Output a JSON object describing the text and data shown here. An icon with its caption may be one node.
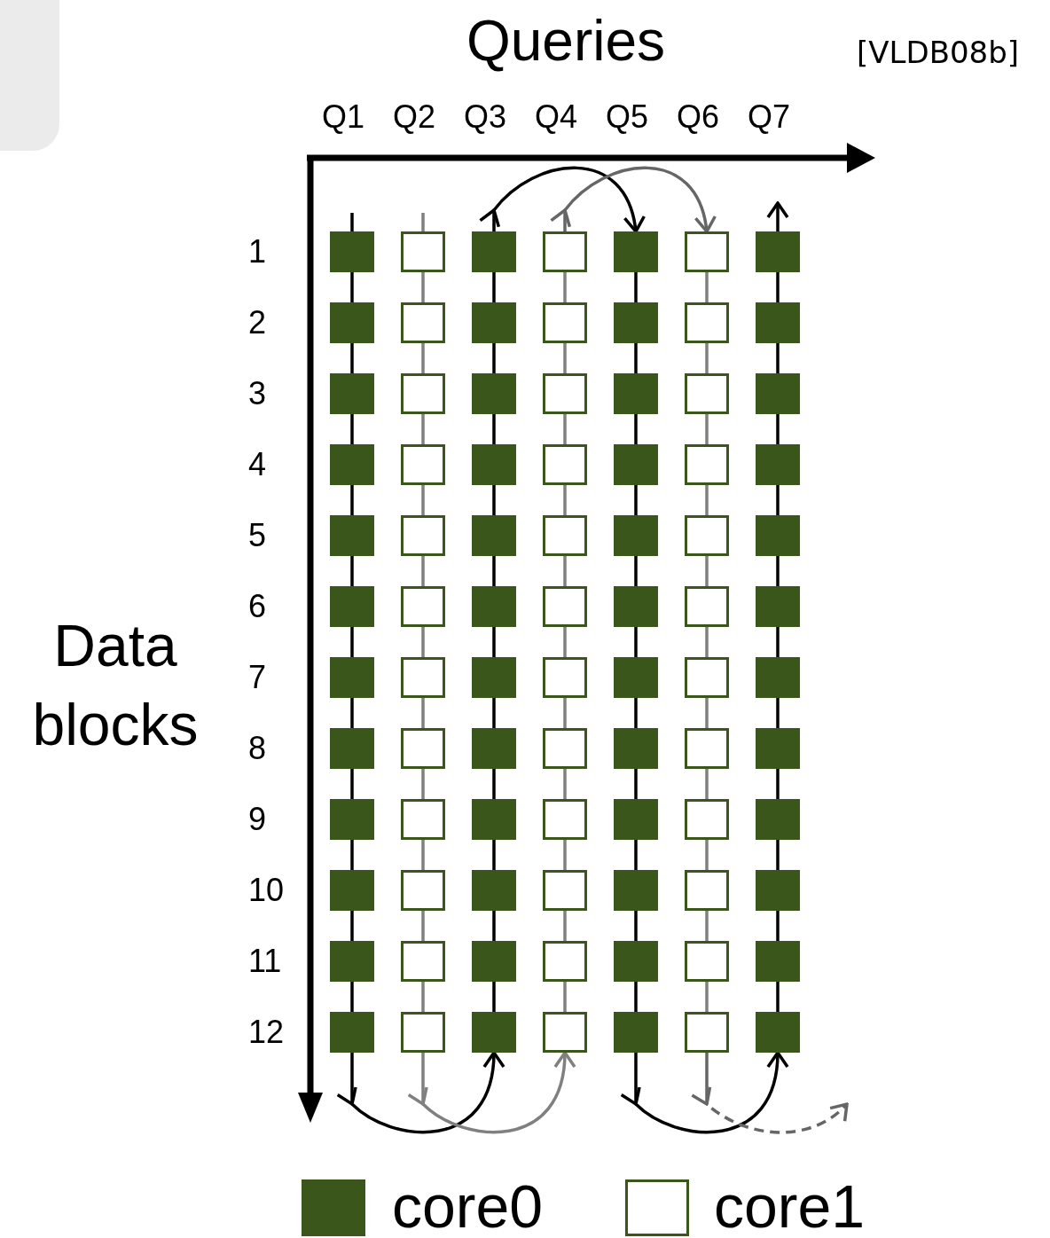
{
  "diagram": {
    "nodes": [
      {
        "text": [],
        "shape": "box"
      },
      {
        "text": [],
        "shape": "box"
      },
      {
        "text": [],
        "shape": "box"
      },
      {
        "text": [],
        "shape": "box"
      },
      {
        "text": [],
        "shape": "box"
      },
      {
        "text": [],
        "shape": "box"
      },
      {
        "text": [],
        "shape": "box"
      },
      {
        "text": [],
        "shape": "box"
      },
      {
        "text": [],
        "shape": "box"
      },
      {
        "text": [],
        "shape": "box"
      },
      {
        "text": [],
        "shape": "box"
      },
      {
        "text": [],
        "shape": "box"
      },
      {
        "text": [],
        "shape": "box"
      },
      {
        "text": [],
        "shape": "box"
      },
      {
        "text": [],
        "shape": "box"
      },
      {
        "text": [],
        "shape": "box"
      },
      {
        "text": [],
        "shape": "box"
      },
      {
        "text": [],
        "shape": "box"
      },
      {
        "text": [],
        "shape": "box"
      },
      {
        "text": [],
        "shape": "box"
      },
      {
        "text": [],
        "shape": "box"
      },
      {
        "text": [],
        "shape": "box"
      },
      {
        "text": [],
        "shape": "box"
      },
      {
        "text": [],
        "shape": "box"
      },
      {
        "text": [],
        "shape": "box"
      },
      {
        "text": [],
        "shape": "box"
      },
      {
        "text": [],
        "shape": "box"
      },
      {
        "text": [],
        "shape": "box"
      },
      {
        "text": [],
        "shape": "box"
      },
      {
        "text": [],
        "shape": "box"
      },
      {
        "text": [],
        "shape": "box"
      },
      {
        "text": [],
        "shape": "box"
      },
      {
        "text": [],
        "shape": "box"
      },
      {
        "text": [],
        "shape": "box"
      },
      {
        "text": [],
        "shape": "box"
      },
      {
        "text": [],
        "shape": "box"
      },
      {
        "text": [],
        "shape": "box"
      },
      {
        "text": [],
        "shape": "box"
      },
      {
        "text": [],
        "shape": "box"
      },
      {
        "text": [],
        "shape": "box"
      },
      {
        "text": [],
        "shape": "box"
      },
      {
        "text": [],
        "shape": "box"
      },
      {
        "text": [],
        "shape": "box"
      },
      {
        "text": [],
        "shape": "box"
      },
      {
        "text": [],
        "shape": "box"
      },
      {
        "text": [],
        "shape": "box"
      },
      {
        "text": [],
        "shape": "box"
      },
      {
        "text": [],
        "shape": "box"
      },
      {
        "text": [],
        "shape": "box"
      },
      {
        "text": [],
        "shape": "box"
      },
      {
        "text": [],
        "shape": "box"
      },
      {
        "text": [],
        "shape": "box"
      },
      {
        "text": [],
        "shape": "box"
      },
      {
        "text": [],
        "shape": "box"
      },
      {
        "text": [],
        "shape": "box"
      },
      {
        "text": [],
        "shape": "box"
      },
      {
        "text": [],
        "shape": "box"
      },
      {
        "text": [],
        "shape": "box"
      },
      {
        "text": [],
        "shape": "box"
      },
      {
        "text": [],
        "shape": "box"
      },
      {
        "text": [],
        "shape": "box"
      },
      {
        "text": [],
        "shape": "box"
      },
      {
        "text": [],
        "shape": "box"
      },
      {
        "text": [],
        "shape": "box"
      },
      {
        "text": [],
        "shape": "box"
      },
      {
        "text": [],
        "shape": "box"
      },
      {
        "text": [],
        "shape": "box"
      },
      {
        "text": [],
        "shape": "box"
      },
      {
        "text": [],
        "shape": "box"
      },
      {
        "text": [],
        "shape": "box"
      },
      {
        "text": [],
        "shape": "box"
      },
      {
        "text": [],
        "shape": "box"
      },
      {
        "text": [],
        "shape": "box"
      },
      {
        "text": [],
        "shape": "box"
      },
      {
        "text": [],
        "shape": "box"
      },
      {
        "text": [],
        "shape": "box"
      },
      {
        "text": [],
        "shape": "box"
      },
      {
        "text": [],
        "shape": "box"
      },
      {
        "text": [],
        "shape": "box"
      },
      {
        "text": [],
        "shape": "box"
      },
      {
        "text": [],
        "shape": "box"
      },
      {
        "text": [],
        "shape": "box"
      },
      {
        "text": [],
        "shape": "box"
      },
      {
        "text": [],
        "shape": "box"
      }
    ],
    "edges": [
      {
        "from": 0,
        "to": 7,
        "arrow": "none"
      },
      {
        "from": 1,
        "to": 8,
        "arrow": "none",
        "color": "#808080"
      },
      {
        "from": 2,
        "to": 9,
        "arrow": "none"
      },
      {
        "from": 3,
        "to": 10,
        "arrow": "none",
        "color": "#808080"
      },
      {
        "from": 4,
        "to": 11,
        "arrow": "none"
      },
      {
        "from": 5,
        "to": 12,
        "arrow": "none",
        "color": "#808080"
      },
      {
        "from": 6,
        "to": 13,
        "arrow": "none"
      },
      {
        "from": 7,
        "to": 14,
        "arrow": "none"
      },
      {
        "from": 8,
        "to": 15,
        "arrow": "none",
        "color": "#808080"
      },
      {
        "from": 9,
        "to": 16,
        "arrow": "none"
      },
      {
        "from": 10,
        "to": 17,
        "arrow": "none",
        "color": "#808080"
      },
      {
        "from": 11,
        "to": 18,
        "arrow": "none"
      },
      {
        "from": 12,
        "to": 19,
        "arrow": "none",
        "color": "#808080"
      },
      {
        "from": 13,
        "to": 20,
        "arrow": "none"
      },
      {
        "from": 14,
        "to": 21,
        "arrow": "none"
      },
      {
        "from": 15,
        "to": 22,
        "arrow": "none",
        "color": "#808080"
      },
      {
        "from": 16,
        "to": 23,
        "arrow": "none"
      },
      {
        "from": 17,
        "to": 24,
        "arrow": "none",
        "color": "#808080"
      },
      {
        "from": 18,
        "to": 25,
        "arrow": "none"
      },
      {
        "from": 19,
        "to": 26,
        "arrow": "none",
        "color": "#808080"
      },
      {
        "from": 20,
        "to": 27,
        "arrow": "none"
      },
      {
        "from": 21,
        "to": 28,
        "arrow": "none"
      },
      {
        "from": 22,
        "to": 29,
        "arrow": "none",
        "color": "#808080"
      },
      {
        "from": 23,
        "to": 30,
        "arrow": "none"
      },
      {
        "from": 24,
        "to": 31,
        "arrow": "none",
        "color": "#808080"
      },
      {
        "from": 25,
        "to": 32,
        "arrow": "none"
      },
      {
        "from": 26,
        "to": 33,
        "arrow": "none",
        "color": "#808080"
      },
      {
        "from": 27,
        "to": 34,
        "arrow": "none"
      },
      {
        "from": 28,
        "to": 35,
        "arrow": "none"
      },
      {
        "from": 29,
        "to": 36,
        "arrow": "none",
        "color": "#808080"
      },
      {
        "from": 30,
        "to": 37,
        "arrow": "none"
      },
      {
        "from": 31,
        "to": 38,
        "arrow": "none",
        "color": "#808080"
      },
      {
        "from": 32,
        "to": 39,
        "arrow": "none"
      },
      {
        "from": 33,
        "to": 40,
        "arrow": "none",
        "color": "#808080"
      },
      {
        "from": 34,
        "to": 41,
        "arrow": "none"
      },
      {
        "from": 35,
        "to": 42,
        "arrow": "none"
      },
      {
        "from": 36,
        "to": 43,
        "arrow": "none",
        "color": "#808080"
      },
      {
        "from": 37,
        "to": 44,
        "arrow": "none"
      },
      {
        "from": 38,
        "to": 45,
        "arrow": "none",
        "color": "#808080"
      },
      {
        "from": 39,
        "to": 46,
        "arrow": "none"
      },
      {
        "from": 40,
        "to": 47,
        "arrow": "none",
        "color": "#808080"
      },
      {
        "from": 41,
        "to": 48,
        "arrow": "none"
      },
      {
        "from": 42,
        "to": 49,
        "arrow": "none"
      },
      {
        "from": 43,
        "to": 50,
        "arrow": "none",
        "color": "#808080"
      },
      {
        "from": 44,
        "to": 51,
        "arrow": "none"
      },
      {
        "from": 45,
        "to": 52,
        "arrow": "none",
        "color": "#808080"
      },
      {
        "from": 46,
        "to": 53,
        "arrow": "none"
      },
      {
        "from": 47,
        "to": 54,
        "arrow": "none",
        "color": "#808080"
      },
      {
        "from": 48,
        "to": 55,
        "arrow": "none"
      },
      {
        "from": 49,
        "to": 56,
        "arrow": "none"
      },
      {
        "from": 50,
        "to": 57,
        "arrow": "none",
        "color": "#808080"
      },
      {
        "from": 51,
        "to": 58,
        "arrow": "none"
      },
      {
        "from": 52,
        "to": 59,
        "arrow": "none",
        "color": "#808080"
      },
      {
        "from": 53,
        "to": 60,
        "arrow": "none"
      },
      {
        "from": 54,
        "to": 61,
        "arrow": "none",
        "color": "#808080"
      },
      {
        "from": 55,
        "to": 62,
        "arrow": "none"
      },
      {
        "from": 56,
        "to": 63,
        "arrow": "none"
      },
      {
        "from": 57,
        "to": 64,
        "arrow": "none",
        "color": "#808080"
      },
      {
        "from": 58,
        "to": 65,
        "arrow": "none"
      },
      {
        "from": 59,
        "to": 66,
        "arrow": "none",
        "color": "#808080"
      },
      {
        "from": 60,
        "to": 67,
        "arrow": "none"
      },
      {
        "from": 61,
        "to": 68,
        "arrow": "none",
        "color": "#808080"
      },
      {
        "from": 62,
        "to": 69,
        "arrow": "none"
      },
      {
        "from": 63,
        "to": 70,
        "arrow": "none"
      },
      {
        "from": 64,
        "to": 71,
        "arrow": "none",
        "color": "#808080"
      },
      {
        "from": 65,
        "to": 72,
        "arrow": "none"
      },
      {
        "from": 66,
        "to": 73,
        "arrow": "none",
        "color": "#808080"
      },
      {
        "from": 67,
        "to": 74,
        "arrow": "none"
      },
      {
        "from": 68,
        "to": 75,
        "arrow": "none",
        "color": "#808080"
      },
      {
        "from": 69,
        "to": 76,
        "arrow": "none"
      },
      {
        "from": 70,
        "to": 77,
        "arrow": "none"
      },
      {
        "from": 71,
        "to": 78,
        "arrow": "none",
        "color": "#808080"
      },
      {
        "from": 72,
        "to": 79,
        "arrow": "none"
      },
      {
        "from": 73,
        "to": 80,
        "arrow": "none",
        "color": "#808080"
      },
      {
        "from": 74,
        "to": 81,
        "arrow": "none"
      },
      {
        "from": 75,
        "to": 82,
        "arrow": "none",
        "color": "#808080"
      },
      {
        "from": 76,
        "to": 83,
        "arrow": "none"
      },
      {
        "from": null,
        "to": 0,
        "arrow": "none"
      },
      {
        "from": null,
        "to": 1,
        "arrow": "none",
        "color": "#808080"
      },
      {
        "from": 77,
        "to": 79,
        "arrow": "to"
      },
      {
        "from": 78,
        "to": 80,
        "arrow": "to",
        "color": "#808080"
      },
      {
        "from": 2,
        "to": 4,
        "arrow": "to"
      },
      {
        "from": 3,
        "to": 5,
        "arrow": "to",
        "color": "#666666"
      },
      {
        "from": 81,
        "to": 83,
        "arrow": "to"
      },
      {
        "from": 82,
        "to": null,
        "arrow": "to",
        "style": "dashed",
        "color": "#666666"
      },
      {
        "from": 6,
        "to": null,
        "arrow": "to"
      }
    ],
    "labels": [
      "Queries",
      "[VLDB08b]",
      "Q1",
      "Q2",
      "Q3",
      "Q4",
      "Q5",
      "Q6",
      "Q7",
      "1",
      "2",
      "3",
      "4",
      "5",
      "6",
      "Data blocks",
      "7",
      "8",
      "9",
      "10",
      "11",
      "12"
    ],
    "legend": [
      {
        "text": "core0",
        "color": "#3a561a"
      },
      {
        "text": "core1",
        "color": "#ffffff"
      }
    ]
  }
}
